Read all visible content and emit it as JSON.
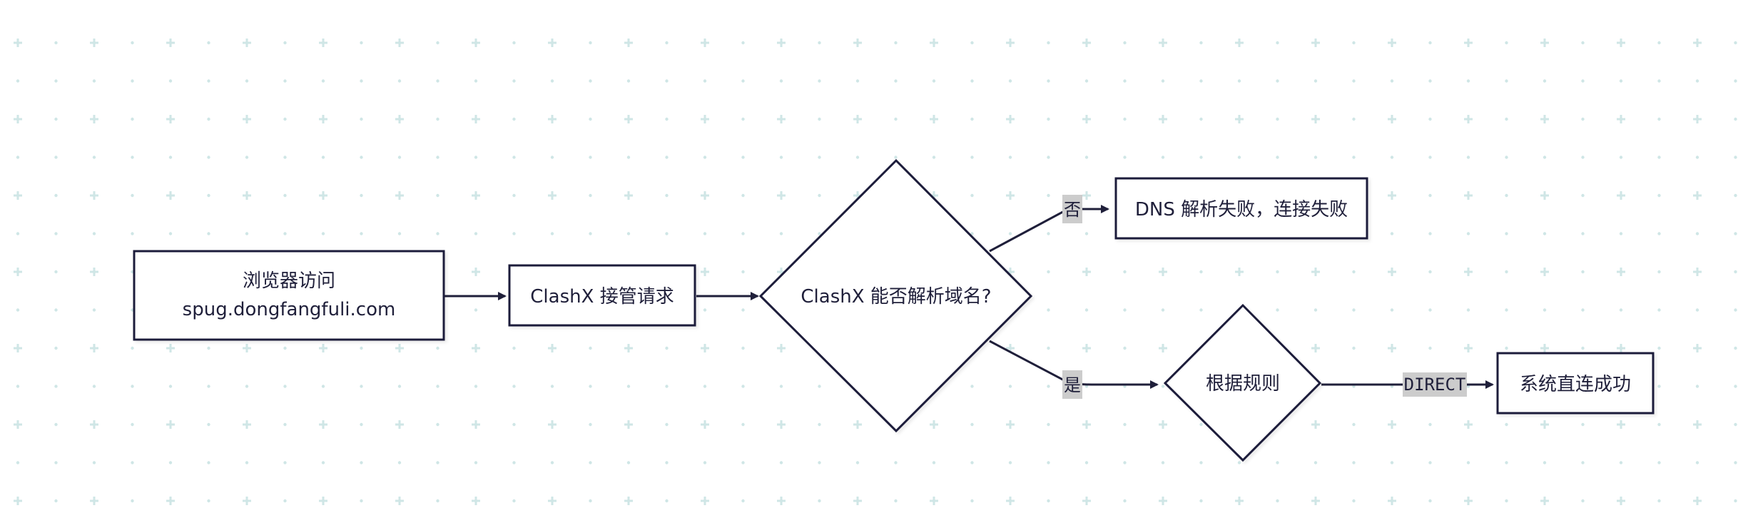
{
  "nodes": {
    "browser": {
      "line1": "浏览器访问",
      "line2": "spug.dongfangfuli.com"
    },
    "clashx_takeover": {
      "label": "ClashX 接管请求"
    },
    "dns_decision": {
      "label": "ClashX 能否解析域名?"
    },
    "dns_fail": {
      "label": "DNS 解析失败，连接失败"
    },
    "rule_decision": {
      "label": "根据规则"
    },
    "direct_success": {
      "label": "系统直连成功"
    }
  },
  "edges": {
    "no_label": "否",
    "yes_label": "是",
    "direct_label": "DIRECT"
  },
  "colors": {
    "stroke": "#1f1f3a",
    "background": "#ffffff",
    "grid": "#cfe6e6",
    "label_bg": "#cccccc"
  }
}
